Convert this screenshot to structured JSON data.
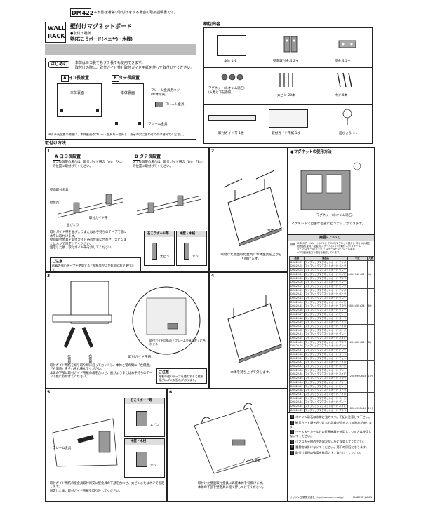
{
  "header": {
    "model": "DM422",
    "model_note": "※本書は通常の取付けをする場合の取扱説明書です。",
    "logo_line1": "WALL",
    "logo_line2": "RACK",
    "title": "壁付けマグネットボード",
    "place_label": "●取付け場所",
    "place_value": "壁(石こうボード(ベニヤ)・木桟)"
  },
  "intro": {
    "badge": "はじめに",
    "line1": "本体はヨコ長でもタテ長でも使用できます。",
    "line2": "取付けの際は、取付ガイド帯と取付ガイド用紙を使って取付けてください。",
    "tab_a_key": "A",
    "tab_a": "ヨコ長設置",
    "tab_b_key": "B",
    "tab_b": "タテ長設置",
    "back_label": "本体裏面",
    "back_label_b": "本体裏面",
    "frame_screw": "フレーム金具用ネジ\n(本体付属)",
    "frame_hw": "フレーム金具",
    "frame_hw2": "フレーム金具",
    "note": "※タテ長設置の場合は、本体裏面のフレーム金具を一度外し、指示の穴に合わせて付け替えてください。"
  },
  "contents": {
    "title": "梱包内容",
    "items": [
      {
        "name": "本体",
        "qty": "1枚"
      },
      {
        "name": "壁面取付金具",
        "qty": "2ヶ"
      },
      {
        "name": "壁金具",
        "qty": "2ヶ"
      },
      {
        "name": "マグネット(ネオジム磁石)\n(入数は下記参照)",
        "qty": ""
      },
      {
        "name": "太ピン",
        "qty": "20本"
      },
      {
        "name": "ネジ",
        "qty": "8本"
      },
      {
        "name": "取付ガイド帯",
        "qty": "1枚"
      },
      {
        "name": "取付ガイド用紙",
        "qty": "1枚"
      },
      {
        "name": "画びょう",
        "qty": "4ヶ"
      }
    ]
  },
  "install": {
    "title": "取付け方法",
    "p1": {
      "num": "1",
      "a_key": "A",
      "a_title": "ヨコ長設置",
      "a_text": "ヨコ長設置の場合は、取付ガイド帯の「A①」「A②」の位置に取付けてください。",
      "b_key": "B",
      "b_title": "タテ長設置",
      "b_text": "タテ長設置の場合は、取付ガイド帯の「B①」「B②」の位置に取付けてください。",
      "lbl_wall_hw": "壁面取付金具",
      "lbl_wall_hw2": "壁金具",
      "lbl_guide": "取付ガイド帯",
      "lbl_pin": "画びょう",
      "body": "取付ガイド帯を画びょうまたはお手持ちのテープで壁に水平に取付けます。\n壁面取付金具を取付ガイド帯の位置に合わせ、太ピンまたはネジで固定してください。\n固定した後、取付ガイド帯を外してください。",
      "note_title": "ご注意",
      "note": "粘着の強いテープを使用すると壁紙等がはがれる恐れがあります。",
      "board_label": "石こうボード等",
      "wood_label": "木壁・木桟",
      "pin_label": "太ピン",
      "screw_label": "ネジ"
    },
    "p2": {
      "num": "2",
      "body_label": "本体",
      "caption": "取付けた壁面取付金具に本体金具を上から引掛けます。"
    },
    "p3": {
      "num": "3",
      "left_label": "左側用",
      "right_label": "右側用",
      "guide_label": "取付ガイド用紙",
      "guide_note": "取付ガイド用紙の「フレーム金具位置」に合わせる",
      "body": "取付ガイド用紙を切り取り線に沿ってカットし、本体と壁の間に「左側用」「右側用」をそれぞれ挟んでください。\n本体の下部に取付ガイド用紙の端を合わせ、画びょうまたはお手持ちのテープで壁に取付けてください。",
      "note_title": "ご注意",
      "note": "粘着の強いテープを使用すると壁紙等がはがれる恐れがあります。"
    },
    "p4": {
      "num": "4",
      "caption": "本体を持ち上げて外します。"
    },
    "p5": {
      "num": "5",
      "board_label": "石こうボード等",
      "pin_label": "太ピン",
      "wood_label": "木壁・木桟",
      "screw_label": "ネジ",
      "frame_label": "フレーム金具",
      "body": "取付ガイド用紙の壁金具取付目安に壁金具の下部を合わせ、太ピンまたはネジで固定します。\n固定した後、取付ガイド用紙を取り外してください。"
    },
    "p6": {
      "num": "6",
      "frame_label": "フレーム金具",
      "caption": "取付けた壁面取付金具に再度本体を引掛けます。\n本体の下部を壁金具に軽く押しつけてください。"
    }
  },
  "magnet": {
    "title": "●マグネットの使用方法",
    "label": "マグネット(ネオジム磁石)",
    "caption": "マグネットで自由な位置にピンナップができます。"
  },
  "product": {
    "title": "商品について",
    "spec_label": "材質",
    "spec_text": "本体:スチールシート(ポリ)・アルミ(マグネット部分)・ネオジム磁石\n壁面取付金具・壁金具:スチール(メッキ)/取付ネジ:スチール\n太ピン:スチール(メッキ)・スチールピン/フレーム金具\n※本製品は強力な磁石を使用しています。",
    "headers": [
      "品番",
      "商品名",
      "寸法",
      "入数"
    ],
    "groups": [
      {
        "size": "440×340×24",
        "count": "4ケ",
        "rows": [
          [
            "DM422-01",
            "ファブリックマグネットボード アイボリー"
          ],
          [
            "DM422-02",
            "ファブリックマグネットボード ベージュ"
          ],
          [
            "DM422-03",
            "ファブリックマグネットボード グレー"
          ],
          [
            "DM422-04",
            "ファブリックマグネットボード ネイビー"
          ],
          [
            "DM422-05",
            "ファブリックマグネットボード ブラウン"
          ],
          [
            "DM422-06",
            "ファブリックマグネットボード グリーン"
          ],
          [
            "DM422-07",
            "ファブリックマグネットボード ピンク"
          ]
        ]
      },
      {
        "size": "600×450×24",
        "count": "6ケ",
        "rows": [
          [
            "DM422-11",
            "ファブリックマグネットボード アイボリー"
          ],
          [
            "DM422-12",
            "ファブリックマグネットボード ベージュ"
          ],
          [
            "DM422-13",
            "ファブリックマグネットボード グレー"
          ],
          [
            "DM422-14",
            "ファブリックマグネットボード ネイビー"
          ],
          [
            "DM422-15",
            "ファブリックマグネットボード ブラウン"
          ],
          [
            "DM422-16",
            "ファブリックマグネットボード グリーン"
          ],
          [
            "DM422-17",
            "ファブリックマグネットボード ピンク"
          ],
          [
            "DM422-18",
            "ファブリックマグネットボード ストライプ"
          ],
          [
            "DM422-19",
            "ファブリックマグネットボード チェック"
          ]
        ]
      },
      {
        "size": "900×600×24",
        "count": "8ケ",
        "rows": [
          [
            "DM422-21",
            "ファブリックマグネットボード アイボリー"
          ],
          [
            "DM422-22",
            "ファブリックマグネットボード ベージュ"
          ],
          [
            "DM422-23",
            "ファブリックマグネットボード グレー"
          ],
          [
            "DM422-24",
            "ファブリックマグネットボード ネイビー"
          ],
          [
            "DM422-25",
            "ファブリックマグネットボード ブラウン"
          ],
          [
            "DM422-26",
            "ファブリックマグネットボード グリーン"
          ],
          [
            "DM422-27",
            "ファブリックマグネットボード ピンク"
          ],
          [
            "DM422-28",
            "ファブリックマグネットボード ストライプ"
          ],
          [
            "DM422-29",
            "ファブリックマグネットボード チェック"
          ]
        ]
      },
      {
        "size": "1200×900×24",
        "count": "10ケ",
        "rows": [
          [
            "DM422-31",
            "ファブリックマグネットボード アイボリー"
          ],
          [
            "DM422-32",
            "ファブリックマグネットボード ベージュ"
          ],
          [
            "DM422-33",
            "ファブリックマグネットボード グレー"
          ],
          [
            "DM422-34",
            "ファブリックマグネットボード ネイビー"
          ],
          [
            "DM422-35",
            "ファブリックマグネットボード ブラウン"
          ],
          [
            "DM422-36",
            "ファブリックマグネットボード グリーン"
          ],
          [
            "DM422-37",
            "ファブリックマグネットボード ピンク"
          ],
          [
            "DM422-38",
            "ファブリックマグネットボード ストライプ"
          ]
        ]
      },
      {
        "size": "1800×900×24",
        "count": "12ケ",
        "rows": [
          [
            "DM422-41",
            "ファブリックマグネットボード アイボリー"
          ],
          [
            "DM422-42",
            "ファブリックマグネットボード ベージュ"
          ],
          [
            "DM422-43",
            "ファブリックマグネットボード グレー"
          ],
          [
            "DM422-44",
            "ファブリックマグネットボード ネイビー"
          ],
          [
            "DM422-45",
            "ファブリックマグネットボード ブラウン"
          ],
          [
            "DM422-46",
            "ファブリックマグネットボード グリーン"
          ],
          [
            "DM422-47",
            "ファブリックマグネットボード ピンク"
          ],
          [
            "DM422-48",
            "ファブリックマグネットボード ストライプ"
          ]
        ]
      },
      {
        "size": "1200×600×24",
        "count": "8ケ",
        "rows": [
          [
            "DM422-51",
            "ファブリックマグネットボード アイボリー"
          ],
          [
            "DM422-52",
            "ファブリックマグネットボード ベージュ"
          ],
          [
            "DM422-53",
            "ファブリックマグネットボード グレー"
          ],
          [
            "DM422-54",
            "ファブリックマグネットボード ネイビー"
          ]
        ]
      }
    ]
  },
  "warnings": {
    "items": [
      {
        "mark": "!",
        "text": "ネオジム磁石は非常に強力です。下記に注意して下さい。"
      },
      {
        "mark": "!",
        "text": "磁気カード類を近づけると記録が消去される恐れがあります。"
      },
      {
        "mark": "!",
        "text": "ペースメーカーなどの医療機器を使用している方は使用しないでください。"
      },
      {
        "mark": "!",
        "text": "小さなお子様の手の届かない所に保管してください。"
      },
      {
        "mark": "!",
        "text": "重量物は掛けないでください。落下の原因になります。"
      },
      {
        "mark": "!",
        "text": "取付け場所の強度を確認の上、取付けてください。"
      }
    ],
    "maker": "オリジン工業株式会社  http://www.ori-x.co.jp/",
    "made_in": "MADE IN JAPAN"
  }
}
